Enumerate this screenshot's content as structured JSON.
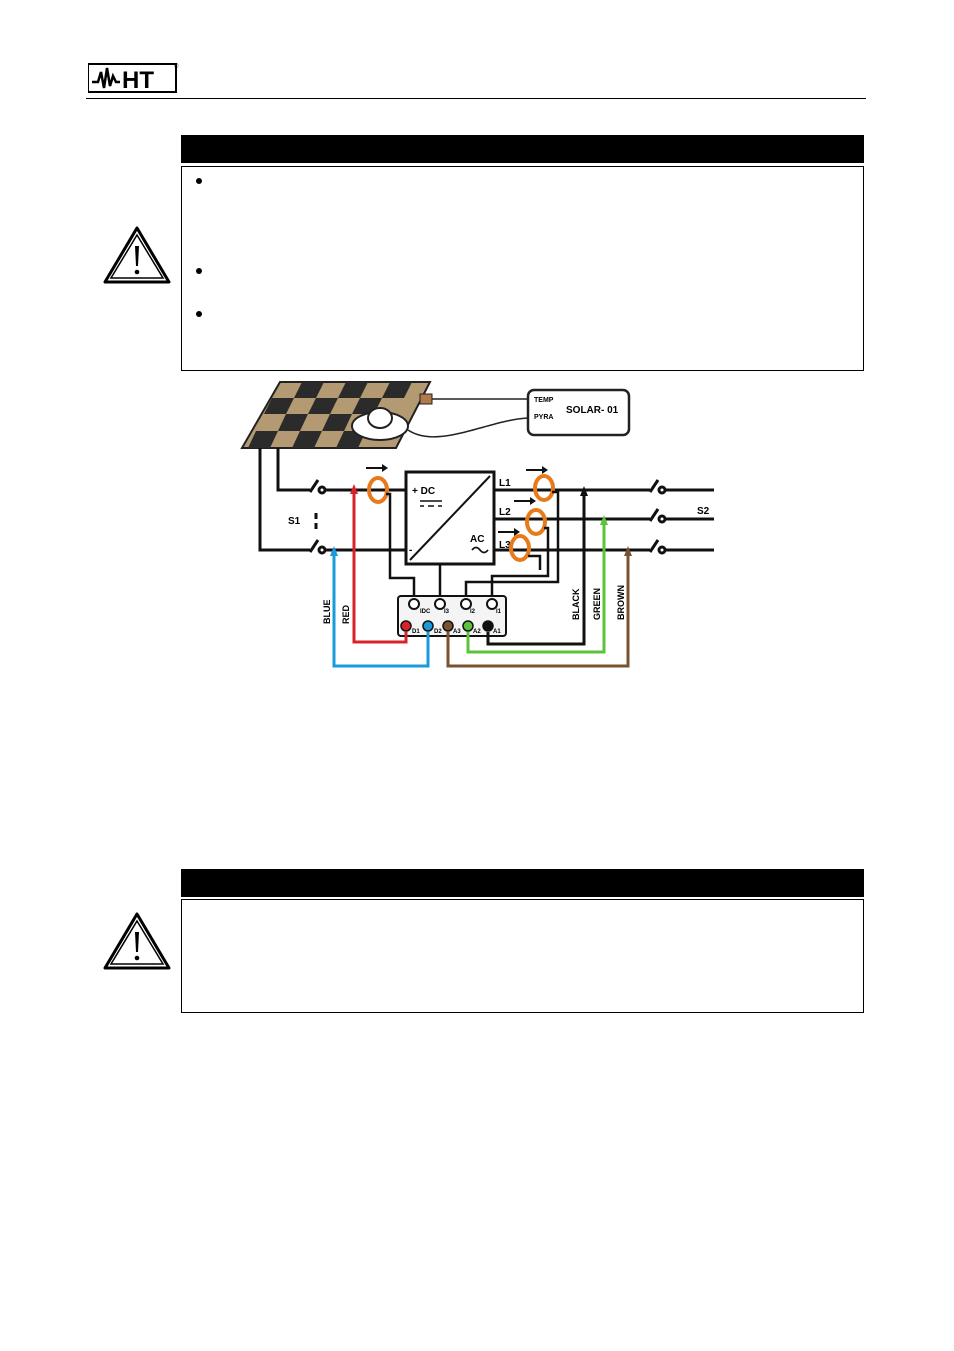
{
  "header": {
    "logo_text": "HT"
  },
  "warning_1": {
    "bullet_count": 3
  },
  "warning_2": {},
  "diagram": {
    "meter_label": "SOLAR- 01",
    "meter_inputs": [
      "TEMP",
      "PYRA"
    ],
    "switch_labels": [
      "S1",
      "S2"
    ],
    "dc_label": "+ DC",
    "dc_minus": "-",
    "ac_label": "AC",
    "line_labels": [
      "L1",
      "L2",
      "L3"
    ],
    "clamp_terminals": [
      "IDC",
      "I3",
      "I2",
      "I1"
    ],
    "voltage_terminals": [
      "D1",
      "D2",
      "A3",
      "A2",
      "A1"
    ],
    "wire_labels": [
      "BLUE",
      "RED",
      "BLACK",
      "GREEN",
      "BROWN"
    ],
    "colors": {
      "blue": "#1a9ad8",
      "red": "#d8232a",
      "black": "#111111",
      "green": "#5cc33a",
      "brown": "#7a5230",
      "clamp": "#e77b1c"
    }
  }
}
